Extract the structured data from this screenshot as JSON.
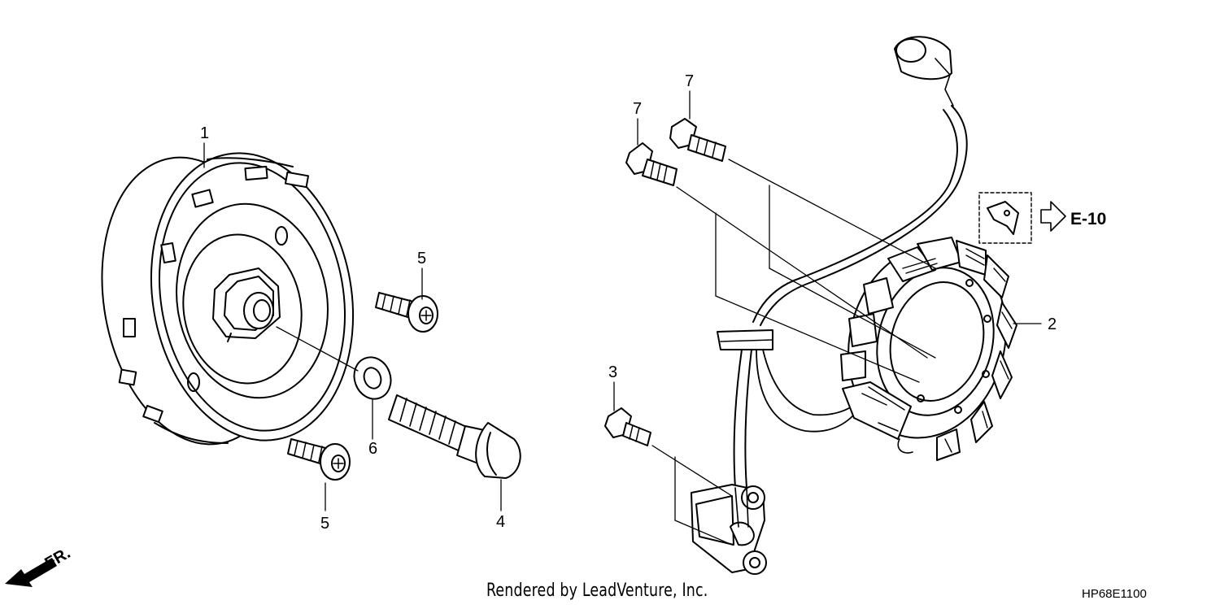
{
  "callouts": {
    "flywheel": "1",
    "stator": "2",
    "pulse_bolt": "3",
    "flywheel_bolt": "4",
    "screw_upper": "5",
    "screw_lower": "5",
    "washer": "6",
    "stator_bolt_a": "7",
    "stator_bolt_b": "7"
  },
  "reference": {
    "label": "E-10"
  },
  "direction": {
    "label": "FR."
  },
  "footer": {
    "credit": "Rendered by LeadVenture, Inc.",
    "code": "HP68E1100"
  }
}
